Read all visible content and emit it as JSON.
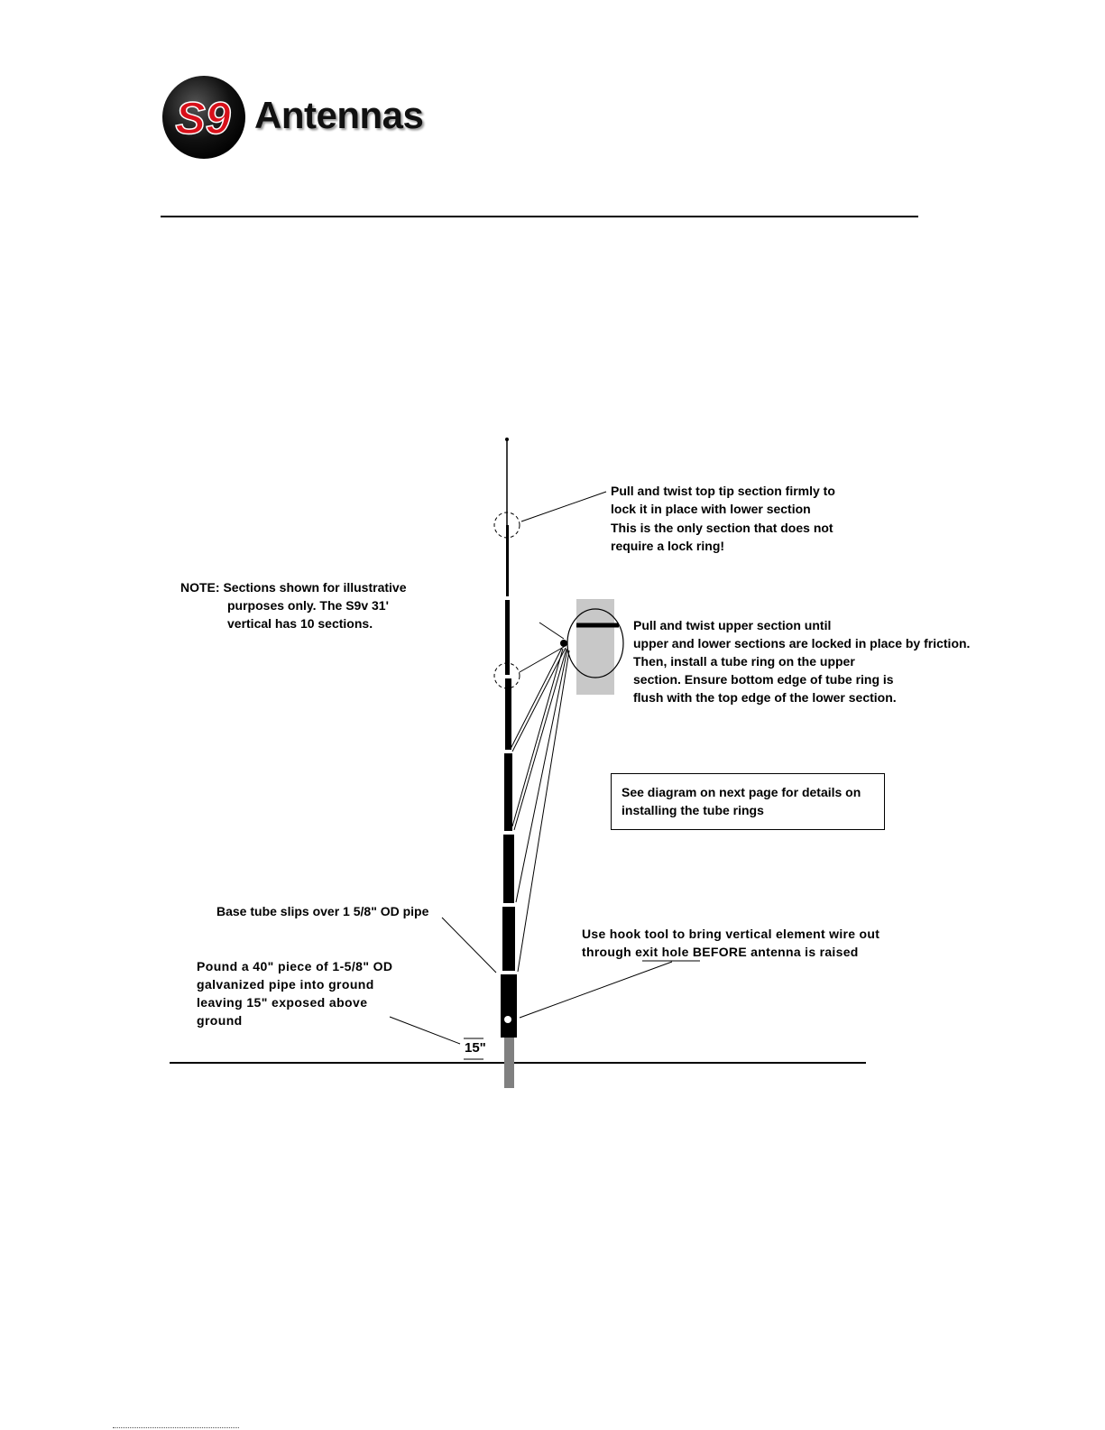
{
  "brand": {
    "badge_text": "S9",
    "name": "Antennas",
    "badge_color": "#d8101a"
  },
  "callouts": {
    "top_tip": [
      "Pull and twist top tip section firmly to",
      "lock it in place with lower section",
      "This is the only section that does not",
      "require a lock ring!"
    ],
    "note": [
      "NOTE:  Sections shown for illustrative",
      "purposes only.  The S9v 31'",
      "vertical has 10 sections."
    ],
    "upper_section": [
      "Pull and twist upper section until",
      "upper and lower sections are locked in place by friction.",
      "Then, install a tube ring on the upper",
      "section.  Ensure bottom edge of tube ring is",
      "flush with the top edge of the lower section."
    ],
    "see_diagram": [
      "See diagram on next page for details on",
      "installing the tube rings"
    ],
    "base_tube": "Base tube slips over 1 5/8\" OD pipe",
    "hook_tool": [
      "Use hook tool to bring vertical element wire out",
      "through exit hole BEFORE antenna is raised"
    ],
    "pipe": [
      "Pound  a 40\" piece of 1-5/8\" OD",
      "galvanized pipe into ground",
      "leaving 15\" exposed above",
      "ground"
    ],
    "exposed_height": "15\""
  },
  "colors": {
    "element": "#000000",
    "pipe": "#808080",
    "tube_ring_detail": "#c8c8c8"
  }
}
